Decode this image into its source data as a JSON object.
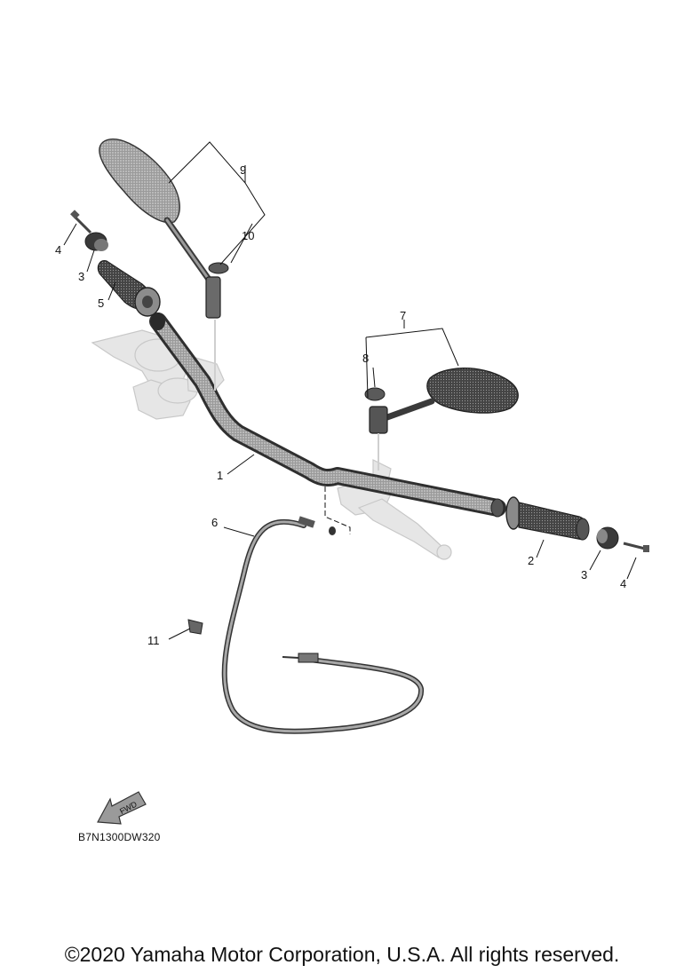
{
  "diagram": {
    "code": "B7N1300DW320",
    "fwd_label": "FWD",
    "copyright": "©2020 Yamaha Motor Corporation, U.S.A. All rights reserved.",
    "callouts": {
      "c1": "1",
      "c2": "2",
      "c3_left": "3",
      "c3_right": "3",
      "c4_left": "4",
      "c4_right": "4",
      "c5": "5",
      "c6": "6",
      "c7": "7",
      "c8": "8",
      "c9": "9",
      "c10": "10",
      "c11": "11"
    },
    "colors": {
      "part_dark": "#3a3a3a",
      "part_mid": "#8a8a8a",
      "ghost": "#e6e6e6"
    }
  }
}
